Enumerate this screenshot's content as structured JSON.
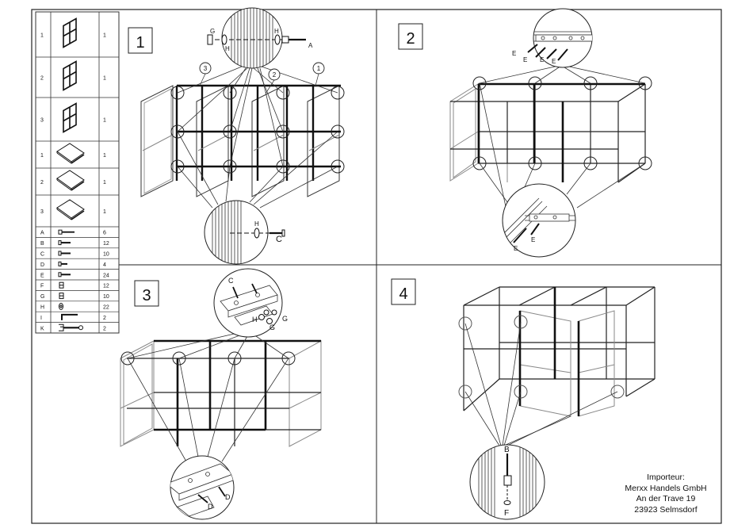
{
  "parts": [
    {
      "id": "1",
      "qty": "1",
      "icon": "frame-panel-icon"
    },
    {
      "id": "2",
      "qty": "1",
      "icon": "frame-panel-icon"
    },
    {
      "id": "3",
      "qty": "1",
      "icon": "frame-panel-icon"
    },
    {
      "id": "1",
      "qty": "1",
      "icon": "shelf-board-icon"
    },
    {
      "id": "2",
      "qty": "1",
      "icon": "shelf-board-icon"
    },
    {
      "id": "3",
      "qty": "1",
      "icon": "shelf-board-icon"
    }
  ],
  "hardware": [
    {
      "id": "A",
      "qty": "6",
      "icon": "long-bolt-icon"
    },
    {
      "id": "B",
      "qty": "12",
      "icon": "screw-icon"
    },
    {
      "id": "C",
      "qty": "10",
      "icon": "screw-icon"
    },
    {
      "id": "D",
      "qty": "4",
      "icon": "short-screw-icon"
    },
    {
      "id": "E",
      "qty": "24",
      "icon": "screw-icon"
    },
    {
      "id": "F",
      "qty": "12",
      "icon": "connector-icon"
    },
    {
      "id": "G",
      "qty": "10",
      "icon": "connector-icon"
    },
    {
      "id": "H",
      "qty": "22",
      "icon": "washer-icon"
    },
    {
      "id": "I",
      "qty": "2",
      "icon": "allen-key-icon"
    },
    {
      "id": "K",
      "qty": "2",
      "icon": "wrench-icon"
    }
  ],
  "steps": [
    "1",
    "2",
    "3",
    "4"
  ],
  "callouts": {
    "step1_top": [
      "G",
      "H",
      "H",
      "A"
    ],
    "step1_parts": [
      "3",
      "2",
      "1"
    ],
    "step1_bottom": [
      "H",
      "C"
    ],
    "step2_top": [
      "E",
      "E",
      "E",
      "E"
    ],
    "step2_bottom": [
      "E",
      "E"
    ],
    "step3_top": [
      "C",
      "H",
      "G",
      "G"
    ],
    "step3_bottom": [
      "D",
      "D"
    ],
    "step4_bottom": [
      "B",
      "F"
    ]
  },
  "importer": {
    "line1": "Importeur:",
    "line2": "Merxx Handels GmbH",
    "line3": "An der Trave 19",
    "line4": "23923 Selmsdorf"
  }
}
